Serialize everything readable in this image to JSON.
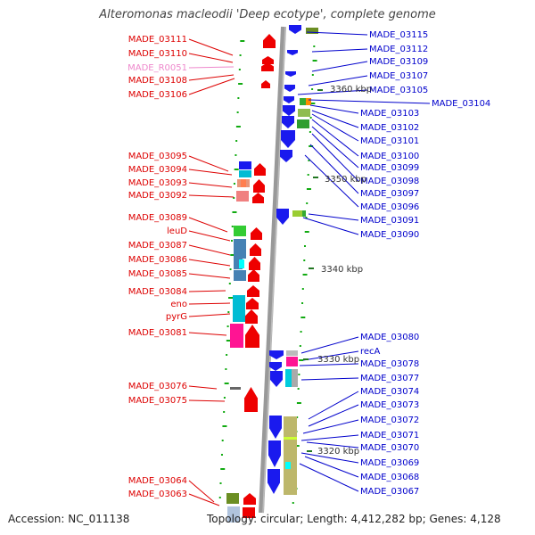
{
  "title": "Alteromonas macleodii 'Deep ecotype', complete genome",
  "colors": {
    "left_label": "#dd0000",
    "left_label_rna": "#ee88cc",
    "right_label": "#0000cc",
    "forward_gene": "#ee0000",
    "reverse_gene": "#1a1aee",
    "backbone": "#999999",
    "tick": "#11aa11"
  },
  "ruler": {
    "unit": "kbp",
    "labels": [
      "3360 kbp",
      "3350 kbp",
      "3340 kbp",
      "3330 kbp",
      "3320 kbp"
    ]
  },
  "left_genes": [
    {
      "name": "MADE_03111",
      "type": "gene"
    },
    {
      "name": "MADE_03110",
      "type": "gene"
    },
    {
      "name": "MADE_R0051",
      "type": "rna"
    },
    {
      "name": "MADE_03108",
      "type": "gene"
    },
    {
      "name": "MADE_03106",
      "type": "gene"
    },
    {
      "name": "MADE_03095",
      "type": "gene"
    },
    {
      "name": "MADE_03094",
      "type": "gene"
    },
    {
      "name": "MADE_03093",
      "type": "gene"
    },
    {
      "name": "MADE_03092",
      "type": "gene"
    },
    {
      "name": "MADE_03089",
      "type": "gene"
    },
    {
      "name": "leuD",
      "type": "gene"
    },
    {
      "name": "MADE_03087",
      "type": "gene"
    },
    {
      "name": "MADE_03086",
      "type": "gene"
    },
    {
      "name": "MADE_03085",
      "type": "gene"
    },
    {
      "name": "MADE_03084",
      "type": "gene"
    },
    {
      "name": "eno",
      "type": "gene"
    },
    {
      "name": "pyrG",
      "type": "gene"
    },
    {
      "name": "MADE_03081",
      "type": "gene"
    },
    {
      "name": "MADE_03076",
      "type": "gene"
    },
    {
      "name": "MADE_03075",
      "type": "gene"
    },
    {
      "name": "MADE_03064",
      "type": "gene"
    },
    {
      "name": "MADE_03063",
      "type": "gene"
    }
  ],
  "right_genes": [
    {
      "name": "MADE_03115"
    },
    {
      "name": "MADE_03112"
    },
    {
      "name": "MADE_03109"
    },
    {
      "name": "MADE_03107"
    },
    {
      "name": "MADE_03105"
    },
    {
      "name": "MADE_03104"
    },
    {
      "name": "MADE_03103"
    },
    {
      "name": "MADE_03102"
    },
    {
      "name": "MADE_03101"
    },
    {
      "name": "MADE_03100"
    },
    {
      "name": "MADE_03099"
    },
    {
      "name": "MADE_03098"
    },
    {
      "name": "MADE_03097"
    },
    {
      "name": "MADE_03096"
    },
    {
      "name": "MADE_03091"
    },
    {
      "name": "MADE_03090"
    },
    {
      "name": "MADE_03080"
    },
    {
      "name": "recA"
    },
    {
      "name": "MADE_03078"
    },
    {
      "name": "MADE_03077"
    },
    {
      "name": "MADE_03074"
    },
    {
      "name": "MADE_03073"
    },
    {
      "name": "MADE_03072"
    },
    {
      "name": "MADE_03071"
    },
    {
      "name": "MADE_03070"
    },
    {
      "name": "MADE_03069"
    },
    {
      "name": "MADE_03068"
    },
    {
      "name": "MADE_03067"
    }
  ],
  "footer": {
    "accession": "Accession: NC_011138",
    "summary": "Topology: circular; Length: 4,412,282 bp; Genes: 4,128"
  }
}
